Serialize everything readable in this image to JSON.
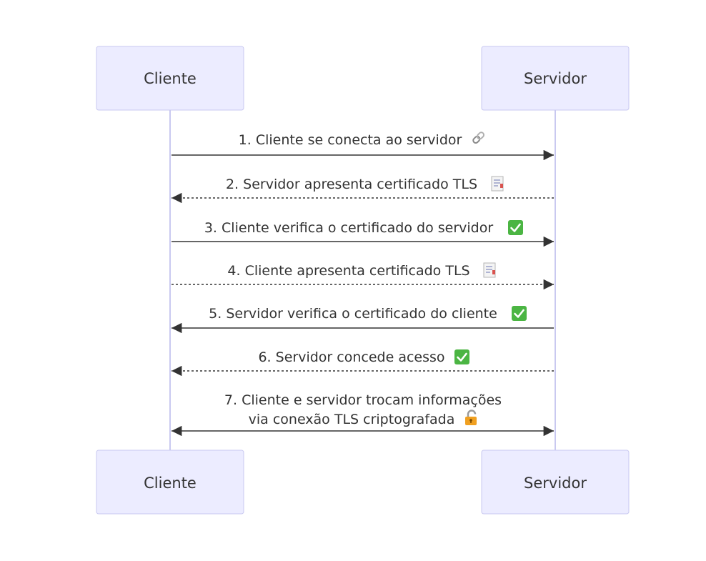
{
  "actors": {
    "left": {
      "name": "Cliente"
    },
    "right": {
      "name": "Servidor"
    }
  },
  "messages": [
    {
      "number": "1.",
      "text": "Cliente se conecta ao servidor",
      "icon": "link-icon",
      "from": "left",
      "to": "right",
      "style": "solid"
    },
    {
      "number": "2.",
      "text": "Servidor apresenta certificado TLS",
      "icon": "certificate-icon",
      "from": "right",
      "to": "left",
      "style": "dashed"
    },
    {
      "number": "3.",
      "text": "Cliente verifica o certificado do servidor",
      "icon": "check-icon",
      "from": "left",
      "to": "right",
      "style": "solid"
    },
    {
      "number": "4.",
      "text": "Cliente apresenta certificado TLS",
      "icon": "certificate-icon",
      "from": "left",
      "to": "right",
      "style": "dashed"
    },
    {
      "number": "5.",
      "text": "Servidor verifica o certificado do cliente",
      "icon": "check-icon",
      "from": "right",
      "to": "left",
      "style": "solid"
    },
    {
      "number": "6.",
      "text": "Servidor concede acesso",
      "icon": "check-icon",
      "from": "right",
      "to": "left",
      "style": "dashed"
    },
    {
      "number": "7.",
      "text_line1": "Cliente e servidor trocam informações",
      "text_line2": "via conexão TLS criptografada",
      "icon": "lock-icon",
      "from": "both",
      "to": "both",
      "style": "solid"
    }
  ],
  "colors": {
    "actor_fill": "#ececff",
    "actor_border": "#c9c9f0",
    "lifeline": "#c9c9f0",
    "arrow": "#333333",
    "text": "#333333",
    "check": "#4bb543"
  }
}
